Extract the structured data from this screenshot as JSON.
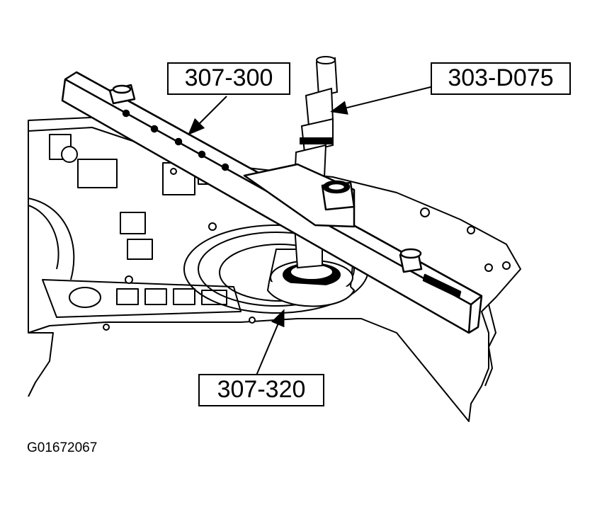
{
  "figure": {
    "callouts": {
      "bar_tool": "307-300",
      "slide_hammer": "303-D075",
      "seal_installer": "307-320"
    },
    "figure_id": "G01672067"
  },
  "colors": {
    "ink": "#000000",
    "paper": "#ffffff"
  },
  "icons": {
    "arrow": "arrow-icon"
  }
}
